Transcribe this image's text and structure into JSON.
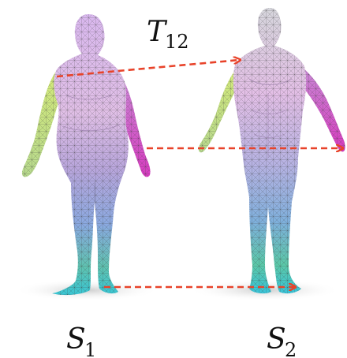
{
  "labels": {
    "map": {
      "base": "T",
      "sub": "12"
    },
    "source": {
      "base": "S",
      "sub": "1"
    },
    "target": {
      "base": "S",
      "sub": "2"
    }
  },
  "colors": {
    "arrow": "#e8432a",
    "mesh_line": "#4a4a4a",
    "shadow": "#cfcfcf",
    "torso": "#d9b8e8",
    "left_arm": "#c8e070",
    "right_arm": "#d23fb8",
    "legs": "#6ec9b4",
    "feet": "#3fc8d8"
  },
  "icons": {
    "source_shape": "human-mesh-figure",
    "target_shape": "human-mesh-figure",
    "correspondence": "dashed-arrow"
  }
}
